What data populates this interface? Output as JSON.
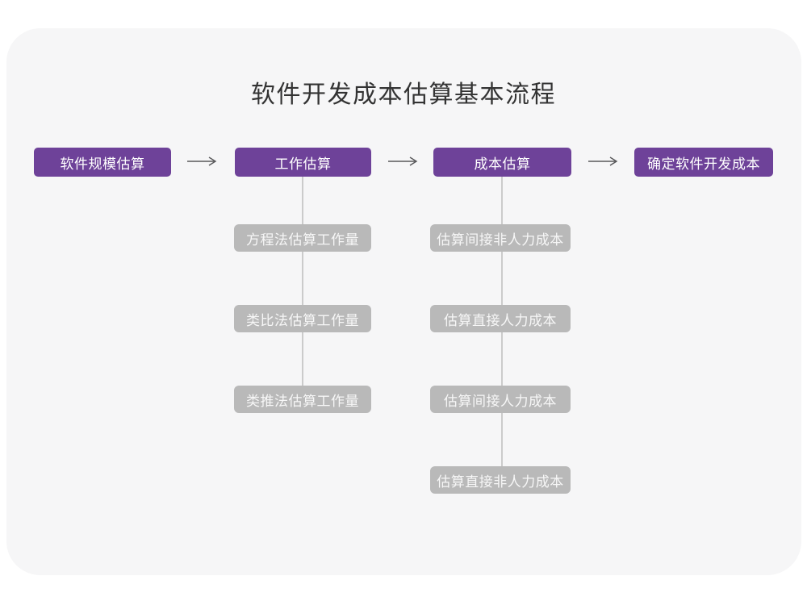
{
  "title": "软件开发成本估算基本流程",
  "colors": {
    "canvas_bg": "#ffffff",
    "card_bg": "#f6f6f7",
    "primary_node": "#6E4299",
    "secondary_node": "#b9b9b9",
    "node_text": "#ffffff",
    "title_text": "#333333",
    "arrow": "#58585a",
    "connector_line": "#cbcbcb"
  },
  "flow": {
    "steps": [
      {
        "label": "软件规模估算"
      },
      {
        "label": "工作估算",
        "children": [
          "方程法估算工作量",
          "类比法估算工作量",
          "类推法估算工作量"
        ]
      },
      {
        "label": "成本估算",
        "children": [
          "估算间接非人力成本",
          "估算直接人力成本",
          "估算间接人力成本",
          "估算直接非人力成本"
        ]
      },
      {
        "label": "确定软件开发成本"
      }
    ]
  }
}
